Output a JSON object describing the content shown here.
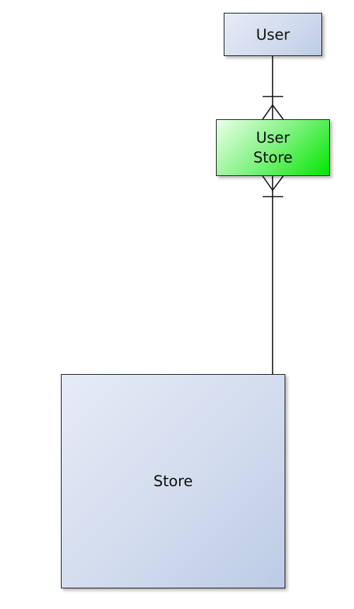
{
  "diagram": {
    "entities": {
      "user": {
        "label": "User"
      },
      "user_store": {
        "label_line1": "User",
        "label_line2": "Store"
      },
      "store": {
        "label": "Store"
      }
    },
    "relationships": [
      {
        "from": "User",
        "to": "User Store",
        "from_cardinality": "one",
        "to_cardinality": "many"
      },
      {
        "from": "User Store",
        "to": "Store",
        "from_cardinality": "many",
        "to_cardinality": "one"
      }
    ],
    "colors": {
      "entity_fill": "#d2dcee",
      "associative_fill": "#00e600",
      "stroke": "#111111"
    }
  }
}
